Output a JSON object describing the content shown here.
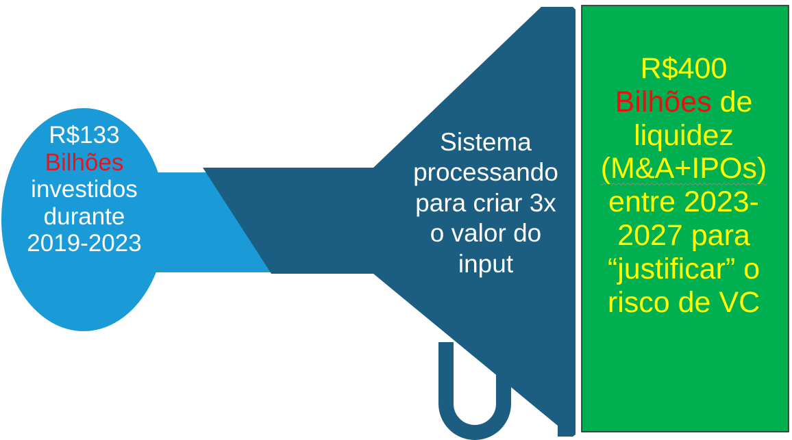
{
  "input": {
    "line1": "R$133",
    "line2": "Bilhões",
    "line3": "investidos",
    "line4": "durante",
    "line5": "2019-2023"
  },
  "process": {
    "line1": "Sistema",
    "line2": "processando",
    "line3": "para criar 3x",
    "line4": "o valor do",
    "line5": "input"
  },
  "output": {
    "line1": "R$400",
    "line2a": "Bilhões",
    "line2b": " de",
    "line3": "liquidez",
    "line4": "(M&A+IPOs)",
    "line5": "entre 2023-",
    "line6": "2027 para",
    "line7": "“justificar” o",
    "line8": "risco de VC"
  },
  "colors": {
    "input_blue": "#1a9ad6",
    "funnel_navy": "#1b5e82",
    "output_green": "#00b050",
    "output_text": "#ffff00",
    "highlight_red": "#e8141c"
  }
}
